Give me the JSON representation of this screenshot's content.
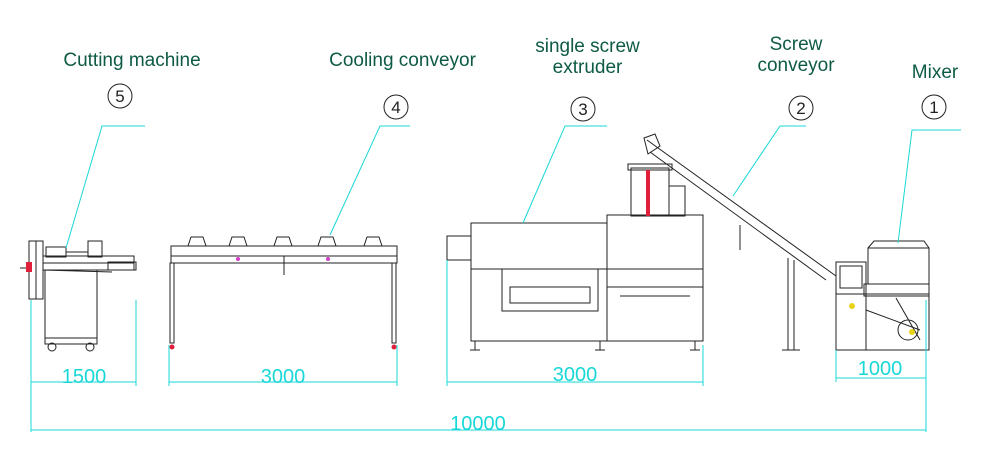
{
  "machines": [
    {
      "number": "5",
      "label_lines": [
        "Cutting machine"
      ]
    },
    {
      "number": "4",
      "label_lines": [
        "Cooling conveyor"
      ]
    },
    {
      "number": "3",
      "label_lines": [
        "single screw",
        "extruder"
      ]
    },
    {
      "number": "2",
      "label_lines": [
        "Screw",
        "conveyor"
      ]
    },
    {
      "number": "1",
      "label_lines": [
        "Mixer"
      ]
    }
  ],
  "dimensions": {
    "cutting": "1500",
    "cooling": "3000",
    "extruder": "3000",
    "mixer": "1000",
    "total": "10000"
  },
  "colors": {
    "label_text": "#0e5a45",
    "dimension_lines": "#1ad7d7",
    "drawing_lines": "#222222",
    "highlight_red": "#e0203a",
    "highlight_magenta": "#d23cc8",
    "highlight_yellow": "#e8d21a"
  }
}
